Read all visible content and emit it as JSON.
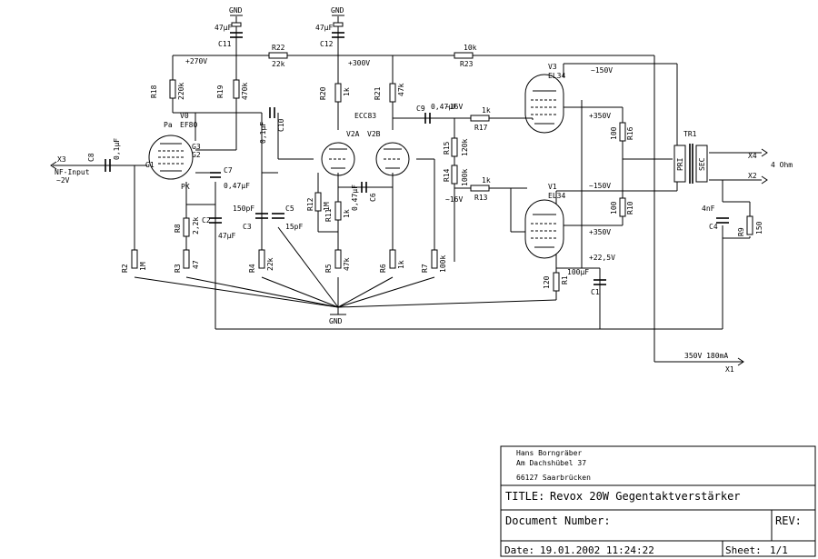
{
  "labels": {
    "gnd_c11": "GND",
    "gnd_c12": "GND",
    "gnd_bus": "GND",
    "c11_val": "47µF",
    "c11": "C11",
    "c12_val": "47µF",
    "c12": "C12",
    "v270": "+270V",
    "v300": "+300V",
    "r22": "R22",
    "r22_val": "22k",
    "r23": "R23",
    "r23_val": "10k",
    "r18": "R18",
    "r18_val": "220k",
    "r19": "R19",
    "r19_val": "470k",
    "r20": "R20",
    "r20_val": "1k",
    "r21": "R21",
    "r21_val": "47k",
    "c10": "C10",
    "c10_val": "0,1µF",
    "c9": "C9",
    "c9_val": "0,47µF",
    "ecc83": "ECC83",
    "v2a": "V2A",
    "v2b": "V2B",
    "v0": "V0",
    "ef80": "EF80",
    "v3": "V3",
    "v3_type": "EL34",
    "v1": "V1",
    "v1_type": "EL34",
    "v150_top": "~150V",
    "v150_bot": "~150V",
    "v16_top": "~16V",
    "v16_bot": "~16V",
    "v350_top": "+350V",
    "v350_bot": "+350V",
    "v22": "+22,5V",
    "r17": "R17",
    "r17_val": "1k",
    "r13": "R13",
    "r13_val": "1k",
    "r15": "R15",
    "r15_val": "120k",
    "r14": "R14",
    "r14_val": "100k",
    "r16": "R16",
    "r16_val": "100",
    "r10": "R10",
    "r10_val": "100",
    "tr1": "TR1",
    "pri": "PRI",
    "sec": "SEC",
    "x4": "X4",
    "x2": "X2",
    "ohm": "4 Ohm",
    "c4": "C4",
    "c4_val": "4nF",
    "r9": "R9",
    "r9_val": "150",
    "x3": "X3",
    "nf_input": "NF-Input",
    "v2": "~2V",
    "c8": "C8",
    "c8_val": "0,1µF",
    "g1": "G1",
    "g2": "G2",
    "g3": "G3",
    "pin_pa": "Pa",
    "pin_pk": "PK",
    "c7": "C7",
    "c7_val": "0,47µF",
    "r8": "R8",
    "r8_val": "2,2k",
    "c2": "C2",
    "c2_val": "47µF",
    "c3": "C3",
    "c3_val": "150pF",
    "c5": "C5",
    "c5_val": "15pF",
    "c6": "C6",
    "c6_val": "0,47µF",
    "r12": "R12",
    "r12_val": "1M",
    "r11": "R11",
    "r11_val": "1k",
    "r2": "R2",
    "r2_val": "1M",
    "r3": "R3",
    "r3_val": "47",
    "r4": "R4",
    "r4_val": "22k",
    "r5": "R5",
    "r5_val": "47k",
    "r6": "R6",
    "r6_val": "1k",
    "r7": "R7",
    "r7_val": "100k",
    "r1": "R1",
    "r1_val": "120",
    "c1": "C1",
    "c1_val": "100µF",
    "supply": "350V 180mA",
    "x1": "X1"
  },
  "title_block": {
    "author": "Hans Borngräber",
    "street": "Am Dachshübel 37",
    "city": "66127 Saarbrücken",
    "title_label": "TITLE:",
    "title": "Revox 20W Gegentaktverstärker",
    "doc_label": "Document Number:",
    "rev_label": "REV:",
    "date_label": "Date:",
    "date": "19.01.2002 11:24:22",
    "sheet_label": "Sheet:",
    "sheet": "1/1"
  }
}
